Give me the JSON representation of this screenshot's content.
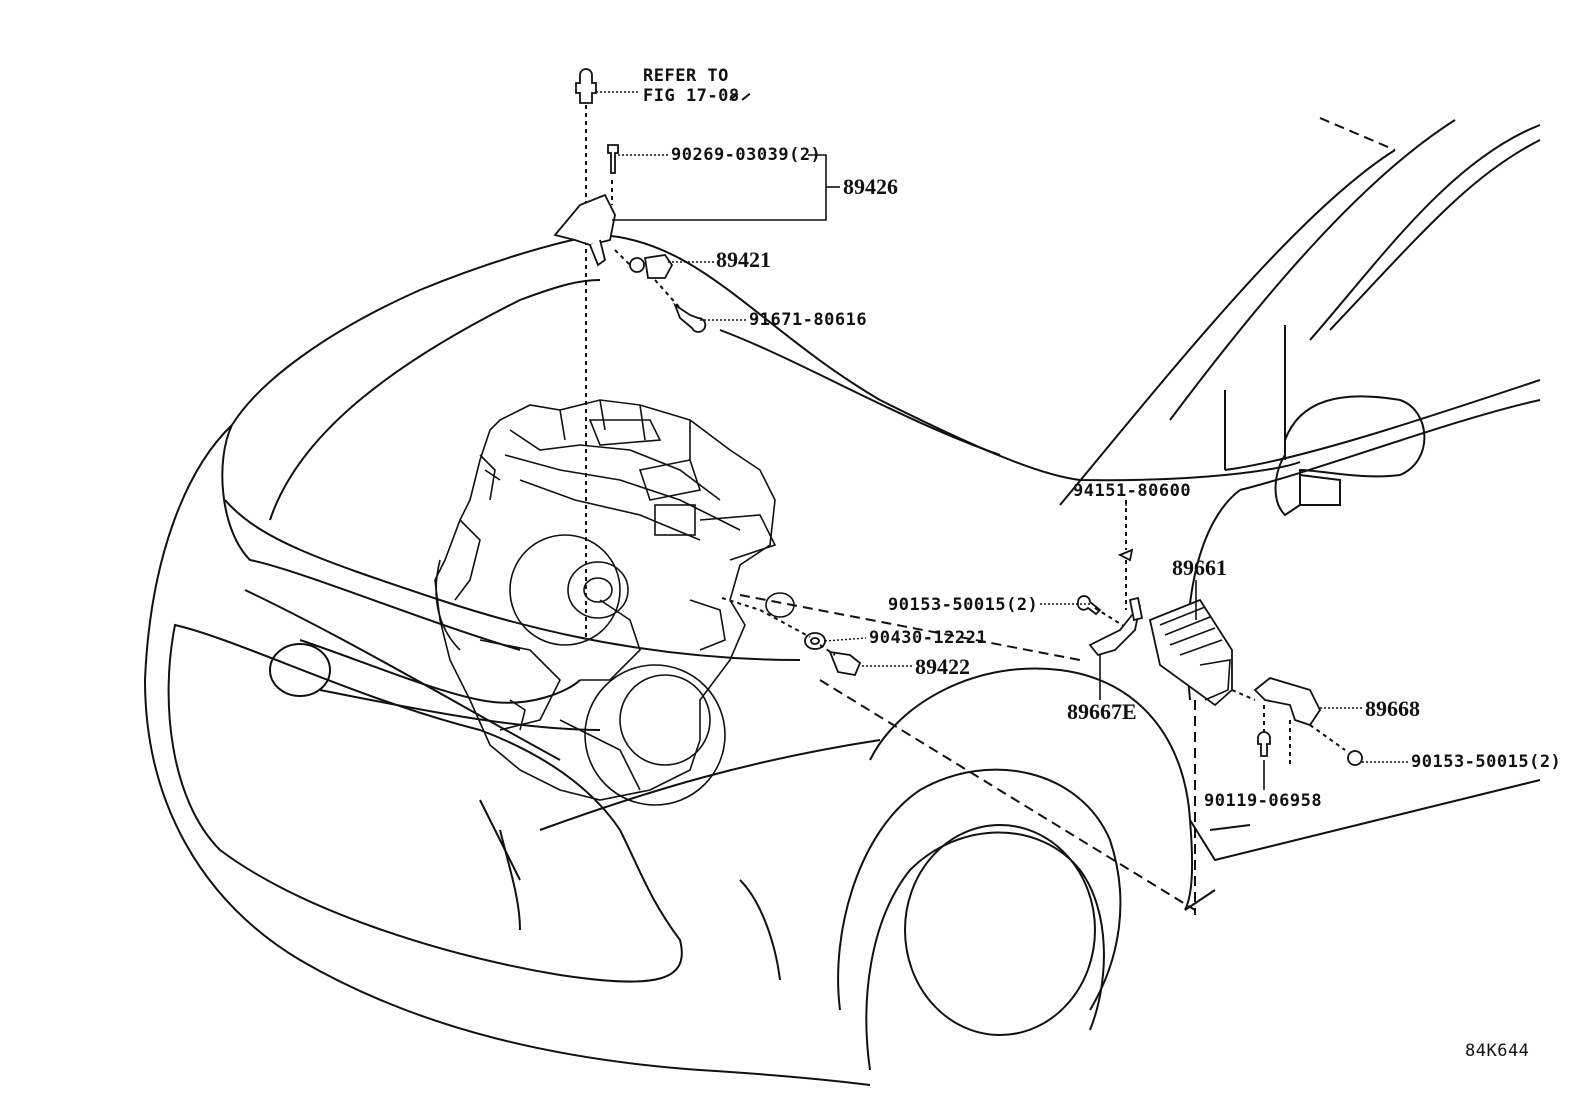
{
  "figure": {
    "refer_note": [
      "REFER TO",
      "FIG 17-08"
    ],
    "figure_code": "84K644"
  },
  "callouts": {
    "bolt_top": "90269-03039(2)",
    "bracket_assy": "89426",
    "sensor_top": "89421",
    "bolt_sensor": "91671-80616",
    "clip_ecu": "94151-80600",
    "ecu": "89661",
    "bolt_bracket_left": "90153-50015(2)",
    "gasket": "90430-12221",
    "sensor_front": "89422",
    "bracket_left": "89667E",
    "bracket_right": "89668",
    "bolt_bracket_right": "90153-50015(2)",
    "bolt_lower": "90119-06958"
  }
}
